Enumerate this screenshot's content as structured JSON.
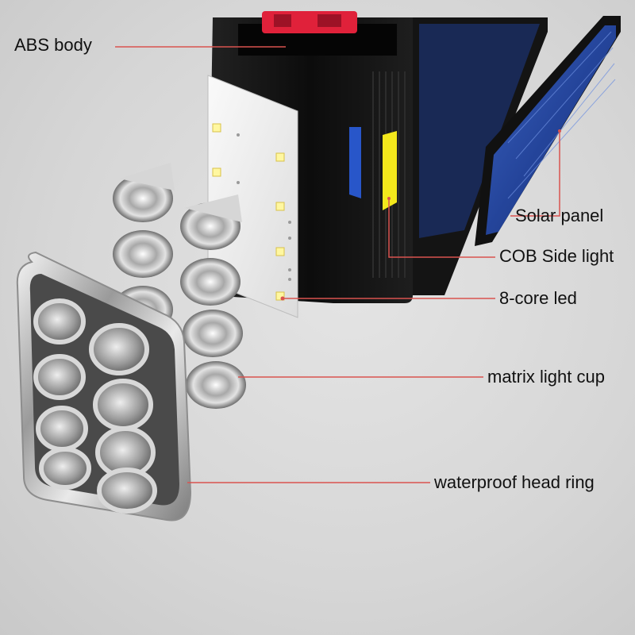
{
  "labels": {
    "abs_body": "ABS body",
    "solar_panel": "Solar panel",
    "cob_side_light": "COB Side light",
    "led_8_core": "8-core led",
    "matrix_light_cup": "matrix light cup",
    "waterproof_head_ring": "waterproof head ring"
  },
  "colors": {
    "background": "#d9d9d9",
    "leader_line": "#d9534f",
    "body": "#111111",
    "accent_red": "#e0213a",
    "cob_yellow": "#f4e81c",
    "solar_blue": "#2a4fa8",
    "chrome": "#b8b8b8"
  }
}
